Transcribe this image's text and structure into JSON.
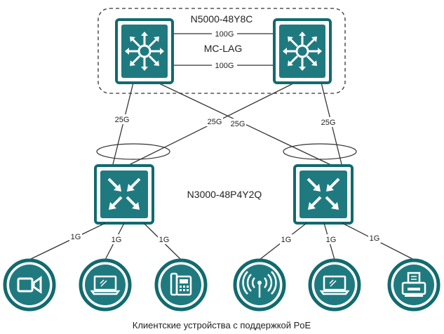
{
  "core": {
    "model": "N5000-48Y8C",
    "mclag": "MC-LAG",
    "interlink_top": "100G",
    "interlink_bottom": "100G"
  },
  "access": {
    "model": "N3000-48P4Y2Q"
  },
  "uplinks": [
    "25G",
    "25G",
    "25G",
    "25G"
  ],
  "downlinks": [
    "1G",
    "1G",
    "1G",
    "1G",
    "1G",
    "1G"
  ],
  "devices": [
    {
      "name": "camera-device",
      "icon": "video-camera-icon"
    },
    {
      "name": "laptop-device-1",
      "icon": "laptop-icon"
    },
    {
      "name": "ip-phone-device",
      "icon": "ip-phone-icon"
    },
    {
      "name": "access-point-device",
      "icon": "wireless-ap-icon"
    },
    {
      "name": "laptop-device-2",
      "icon": "laptop-icon"
    },
    {
      "name": "printer-device",
      "icon": "printer-icon"
    }
  ],
  "caption": "Клиентские устройства с поддержкой PoE",
  "colors": {
    "teal": "#116a6e",
    "teal_fill": "#1f7a80",
    "line": "#333333"
  }
}
